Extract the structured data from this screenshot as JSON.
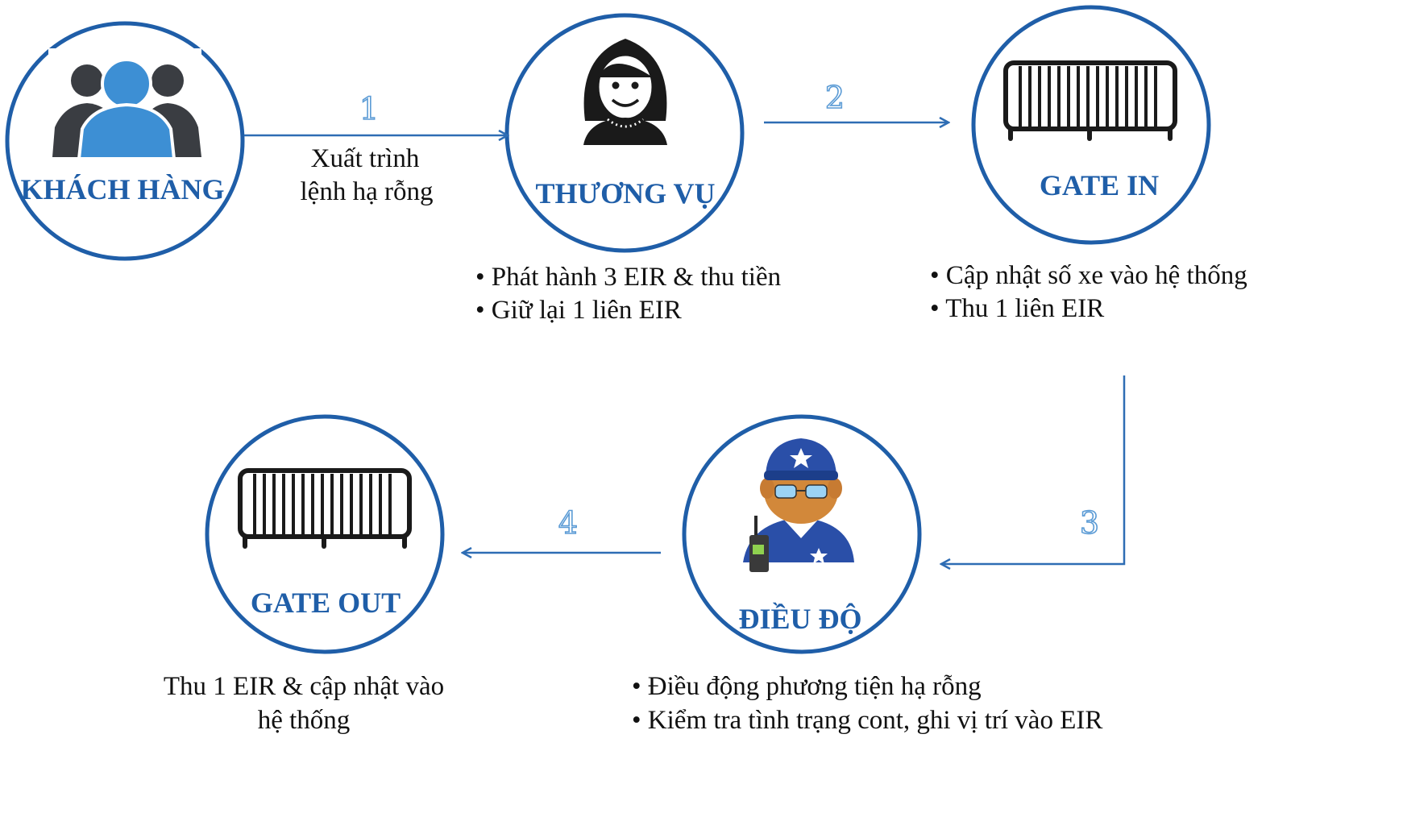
{
  "colors": {
    "circle_stroke": "#1f5ea8",
    "arrow": "#2e6db4",
    "label": "#1f5ea8",
    "step_number": "#5b9bd5"
  },
  "nodes": {
    "khach_hang": {
      "label": "KHÁCH HÀNG",
      "icon": "user-group-icon"
    },
    "thuong_vu": {
      "label": "THƯƠNG VỤ",
      "icon": "woman-clerk-icon",
      "notes": [
        "• Phát hành 3 EIR & thu tiền",
        "• Giữ lại 1 liên EIR"
      ]
    },
    "gate_in": {
      "label": "GATE IN",
      "icon": "gate-barrier-icon",
      "notes": [
        "• Cập nhật số xe vào hệ thống",
        "• Thu 1 liên EIR"
      ]
    },
    "dieu_do": {
      "label": "ĐIỀU ĐỘ",
      "icon": "security-guard-icon",
      "notes": [
        "• Điều động phương tiện hạ rỗng",
        "• Kiểm tra tình trạng cont, ghi vị trí vào EIR"
      ]
    },
    "gate_out": {
      "label": "GATE OUT",
      "icon": "gate-barrier-icon",
      "notes": [
        "Thu 1 EIR & cập nhật vào",
        "hệ thống"
      ]
    }
  },
  "steps": [
    {
      "number": "1",
      "text": [
        "Xuất trình",
        "lệnh hạ rỗng"
      ]
    },
    {
      "number": "2"
    },
    {
      "number": "3"
    },
    {
      "number": "4"
    }
  ]
}
